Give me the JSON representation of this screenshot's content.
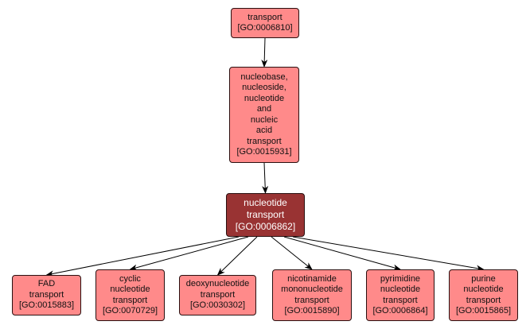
{
  "diagram": {
    "type": "GO term hierarchy",
    "colors": {
      "node_fill": "#ff8a8a",
      "focus_fill": "#993333",
      "edge": "#000000"
    },
    "nodes": [
      {
        "id": "GO:0006810",
        "lines": [
          "transport",
          "[GO:0006810]"
        ]
      },
      {
        "id": "GO:0015931",
        "lines": [
          "nucleobase,",
          "nucleoside,",
          "nucleotide",
          "and",
          "nucleic",
          "acid",
          "transport",
          "[GO:0015931]"
        ]
      },
      {
        "id": "GO:0006862",
        "focus": true,
        "lines": [
          "nucleotide",
          "transport",
          "[GO:0006862]"
        ]
      },
      {
        "id": "GO:0015883",
        "lines": [
          "FAD",
          "transport",
          "[GO:0015883]"
        ]
      },
      {
        "id": "GO:0070729",
        "lines": [
          "cyclic",
          "nucleotide",
          "transport",
          "[GO:0070729]"
        ]
      },
      {
        "id": "GO:0030302",
        "lines": [
          "deoxynucleotide",
          "transport",
          "[GO:0030302]"
        ]
      },
      {
        "id": "GO:0015890",
        "lines": [
          "nicotinamide",
          "mononucleotide",
          "transport",
          "[GO:0015890]"
        ]
      },
      {
        "id": "GO:0006864",
        "lines": [
          "pyrimidine",
          "nucleotide",
          "transport",
          "[GO:0006864]"
        ]
      },
      {
        "id": "GO:0015865",
        "lines": [
          "purine",
          "nucleotide",
          "transport",
          "[GO:0015865]"
        ]
      }
    ],
    "edges": [
      {
        "from": "GO:0006810",
        "to": "GO:0015931"
      },
      {
        "from": "GO:0015931",
        "to": "GO:0006862"
      },
      {
        "from": "GO:0006862",
        "to": "GO:0015883"
      },
      {
        "from": "GO:0006862",
        "to": "GO:0070729"
      },
      {
        "from": "GO:0006862",
        "to": "GO:0030302"
      },
      {
        "from": "GO:0006862",
        "to": "GO:0015890"
      },
      {
        "from": "GO:0006862",
        "to": "GO:0006864"
      },
      {
        "from": "GO:0006862",
        "to": "GO:0015865"
      }
    ]
  }
}
